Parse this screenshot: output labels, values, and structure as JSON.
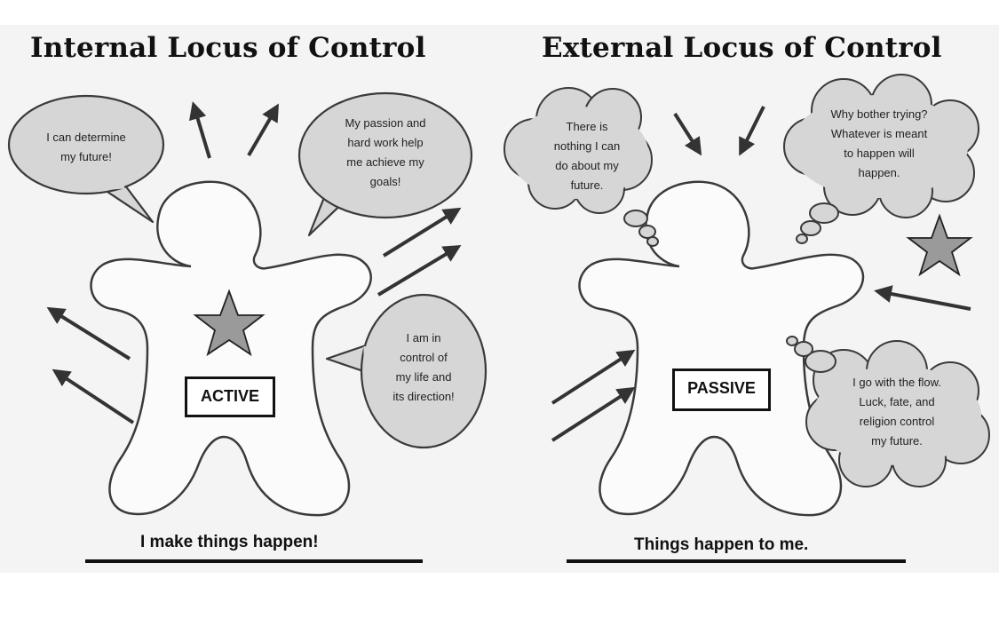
{
  "titles": {
    "internal": "Internal Locus of Control",
    "external": "External Locus of Control"
  },
  "internal": {
    "bubbles": [
      "I can determine\nmy future!",
      "My passion and\nhard work help\nme achieve my\ngoals!",
      "I am in\ncontrol of\nmy life and\nits direction!"
    ],
    "label": "ACTIVE",
    "caption": "I make things happen!",
    "arrow_direction": "outward"
  },
  "external": {
    "thoughts": [
      "There is\nnothing I can\ndo about my\nfuture.",
      "Why bother trying?\nWhatever is meant\nto happen will\nhappen.",
      "I go with the flow.\nLuck, fate, and\nreligion control\nmy future."
    ],
    "label": "PASSIVE",
    "caption": "Things happen to me.",
    "arrow_direction": "inward"
  },
  "colors": {
    "bubble_fill": "#d6d6d6",
    "star_fill": "#9a9a9a",
    "outline": "#3a3a3a",
    "arrow": "#333333"
  }
}
